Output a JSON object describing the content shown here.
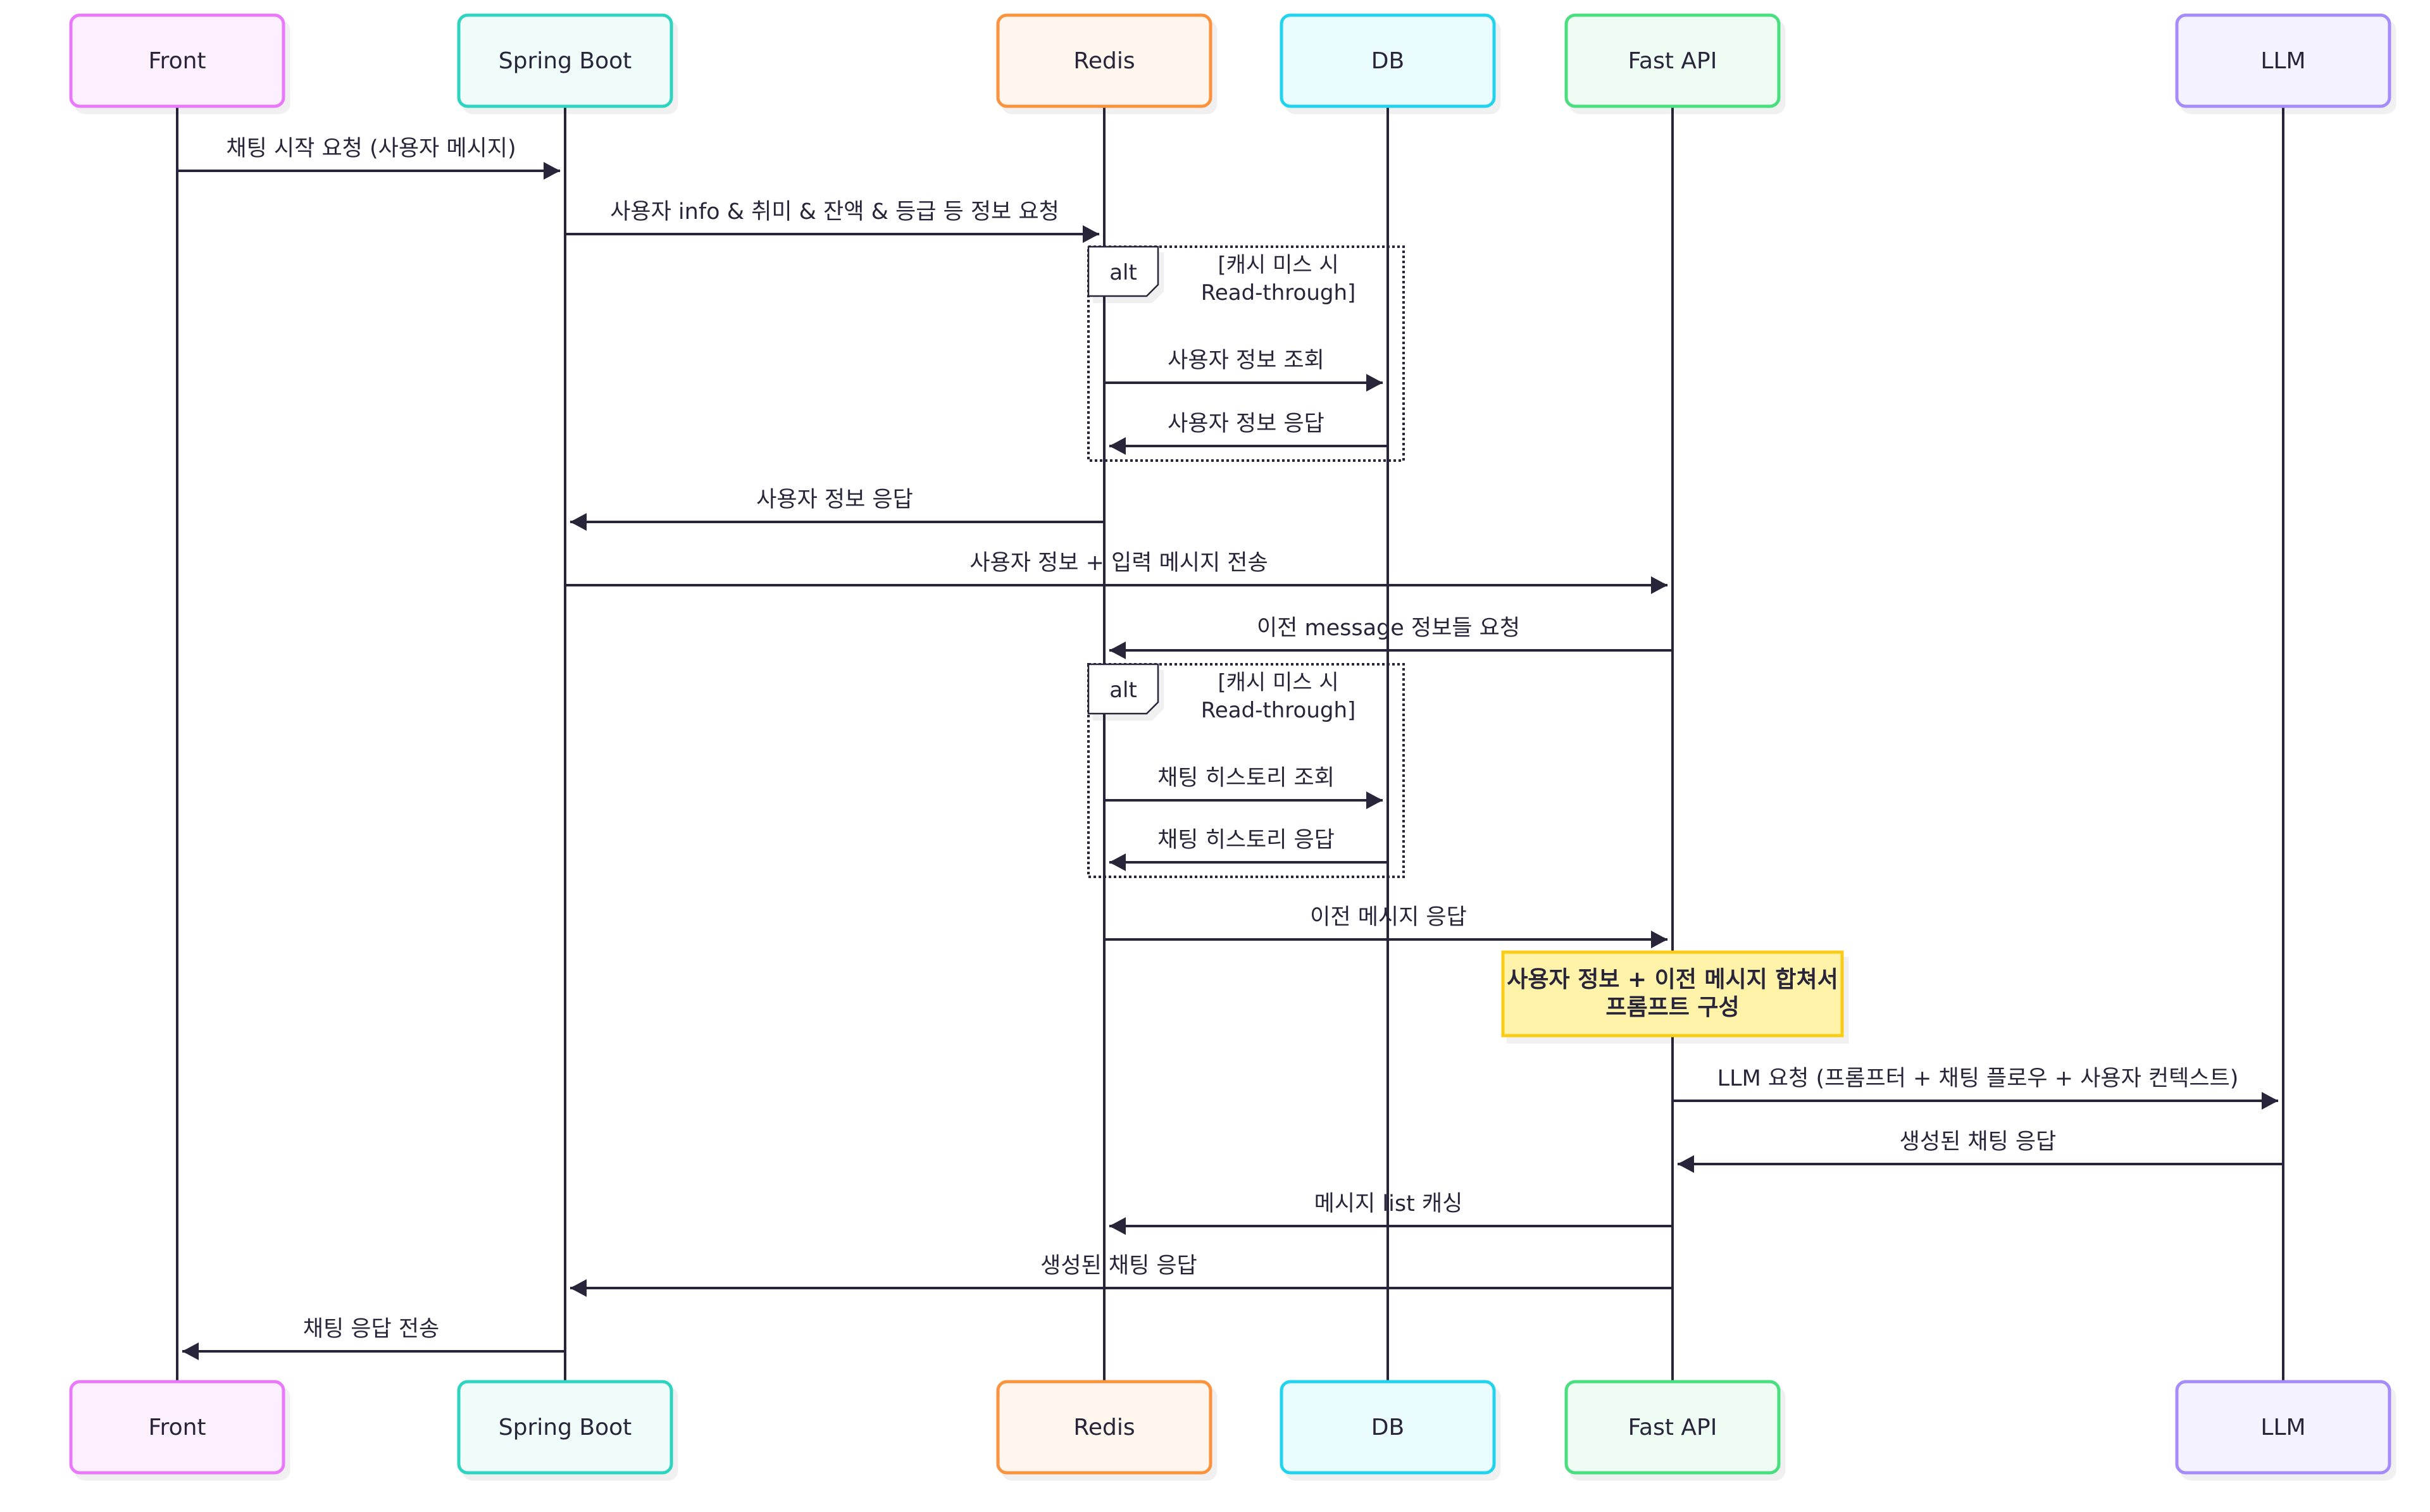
{
  "diagram": {
    "type": "sequence",
    "participants": [
      {
        "id": "front",
        "label": "Front",
        "stroke": "#e879f9",
        "fill": "#fdf0fe"
      },
      {
        "id": "spring",
        "label": "Spring Boot",
        "stroke": "#2dd4bf",
        "fill": "#effcfa"
      },
      {
        "id": "redis",
        "label": "Redis",
        "stroke": "#fb923c",
        "fill": "#fff6ee"
      },
      {
        "id": "db",
        "label": "DB",
        "stroke": "#22d3ee",
        "fill": "#ebfcfe"
      },
      {
        "id": "fastapi",
        "label": "Fast API",
        "stroke": "#4ade80",
        "fill": "#effcf3"
      },
      {
        "id": "llm",
        "label": "LLM",
        "stroke": "#a78bfa",
        "fill": "#f4f2fe"
      }
    ],
    "messages": [
      {
        "from": "front",
        "to": "spring",
        "label": "채팅 시작 요청 (사용자 메시지)"
      },
      {
        "from": "spring",
        "to": "redis",
        "label": "사용자 info & 취미 & 잔액 & 등급 등 정보 요청"
      },
      {
        "from": "redis",
        "to": "db",
        "label": "사용자 정보 조회",
        "block": 0
      },
      {
        "from": "db",
        "to": "redis",
        "label": "사용자 정보 응답",
        "block": 0
      },
      {
        "from": "redis",
        "to": "spring",
        "label": "사용자 정보 응답"
      },
      {
        "from": "spring",
        "to": "fastapi",
        "label": "사용자 정보 + 입력 메시지 전송"
      },
      {
        "from": "fastapi",
        "to": "redis",
        "label": "이전 message 정보들 요청"
      },
      {
        "from": "redis",
        "to": "db",
        "label": "채팅 히스토리 조회",
        "block": 1
      },
      {
        "from": "db",
        "to": "redis",
        "label": "채팅 히스토리 응답",
        "block": 1
      },
      {
        "from": "redis",
        "to": "fastapi",
        "label": "이전 메시지 응답"
      },
      {
        "from": "fastapi",
        "to": "llm",
        "label": "LLM 요청 (프롬프터 + 채팅 플로우 + 사용자 컨텍스트)"
      },
      {
        "from": "llm",
        "to": "fastapi",
        "label": "생성된 채팅 응답"
      },
      {
        "from": "fastapi",
        "to": "redis",
        "label": "메시지 list 캐싱"
      },
      {
        "from": "fastapi",
        "to": "spring",
        "label": "생성된 채팅 응답"
      },
      {
        "from": "spring",
        "to": "front",
        "label": "채팅 응답 전송"
      }
    ],
    "alt_blocks": [
      {
        "keyword": "alt",
        "condition_lines": [
          "[캐시 미스 시",
          "Read-through]"
        ]
      },
      {
        "keyword": "alt",
        "condition_lines": [
          "[캐시 미스 시",
          "Read-through]"
        ]
      }
    ],
    "note": {
      "over": "fastapi",
      "lines": [
        "사용자 정보 + 이전 메시지 합쳐서",
        "프롬프트 구성"
      ],
      "stroke": "#facc15",
      "fill": "#fef3a8"
    },
    "line_color": "#28253a"
  }
}
